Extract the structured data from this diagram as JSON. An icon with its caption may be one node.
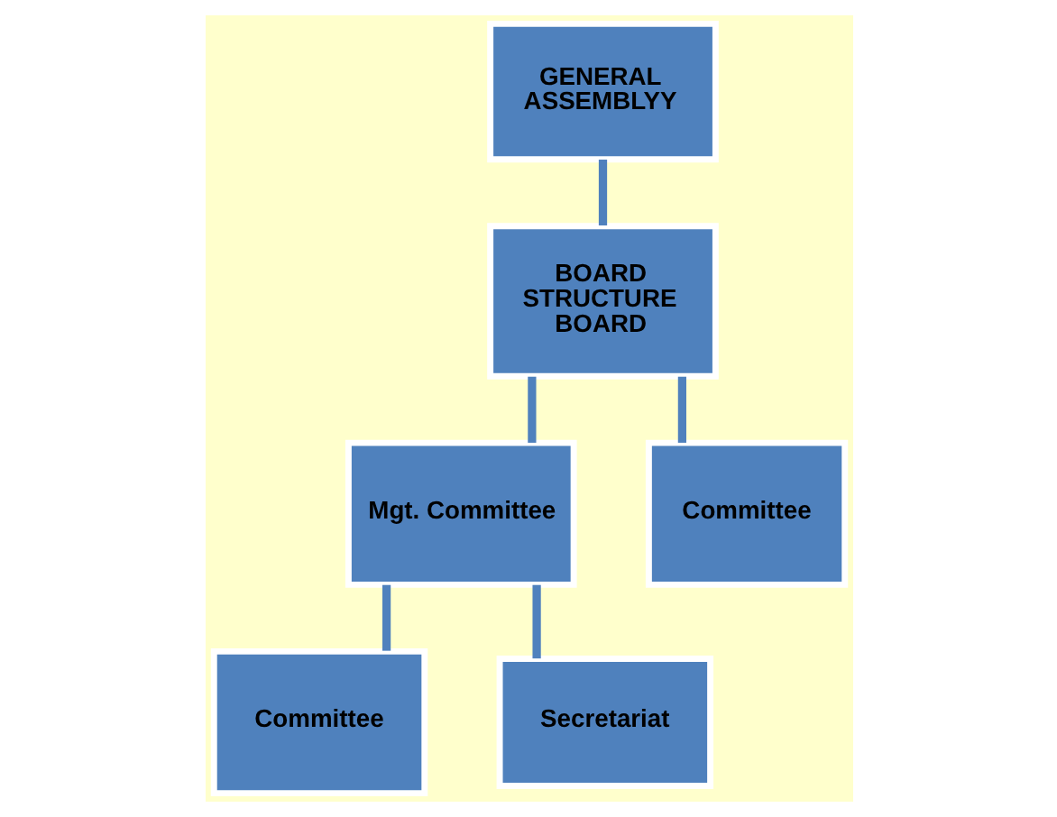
{
  "diagram": {
    "nodes": [
      {
        "text": [
          "GENERAL ASSEMBLYY"
        ]
      },
      {
        "text": [
          "BOARD STRUCTURE BOARD"
        ]
      },
      {
        "text": [
          "Mgt. Committee"
        ]
      },
      {
        "text": [
          "Committee"
        ]
      },
      {
        "text": [
          "Committee"
        ]
      },
      {
        "text": [
          "Secretariat"
        ]
      }
    ],
    "edges": [
      {
        "from": 0,
        "to": 1,
        "arrow": "none"
      },
      {
        "from": 1,
        "to": 2,
        "arrow": "none"
      },
      {
        "from": 1,
        "to": 3,
        "arrow": "none"
      },
      {
        "from": 2,
        "to": 4,
        "arrow": "none"
      },
      {
        "from": 2,
        "to": 5,
        "arrow": "none"
      }
    ]
  }
}
